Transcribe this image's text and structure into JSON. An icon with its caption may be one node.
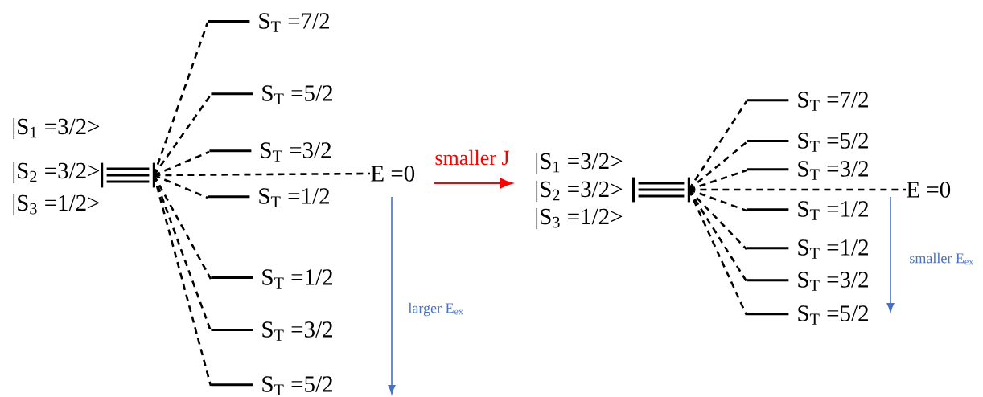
{
  "diagram": {
    "nodes": [
      {
        "text": [],
        "shape": "bar"
      },
      {
        "text": [
          "S$_{T}$ =7/2"
        ]
      },
      {
        "text": [
          "S$_{T}$ =5/2"
        ]
      },
      {
        "text": [
          "S$_{T}$ =3/2"
        ]
      },
      {
        "text": [
          "S$_{T}$ =1/2"
        ]
      },
      {
        "text": [
          "S$_{T}$ =1/2"
        ]
      },
      {
        "text": [
          "S$_{T}$ =3/2"
        ]
      },
      {
        "text": [
          "S$_{T}$ =5/2"
        ]
      },
      {
        "text": [
          "E =0"
        ]
      },
      {
        "text": [],
        "shape": "bar"
      },
      {
        "text": [
          "S$_{T}$ =7/2"
        ]
      },
      {
        "text": [
          "S$_{T}$ =5/2"
        ]
      },
      {
        "text": [
          "S$_{T}$ =3/2"
        ]
      },
      {
        "text": [
          "S$_{T}$ =1/2"
        ]
      },
      {
        "text": [
          "S$_{T}$ =1/2"
        ]
      },
      {
        "text": [
          "S$_{T}$ =3/2"
        ]
      },
      {
        "text": [
          "S$_{T}$ =5/2"
        ]
      },
      {
        "text": [
          "E =0"
        ]
      }
    ],
    "edges": [
      {
        "from": 0,
        "to": 1,
        "arrow": "none",
        "style": "dashed"
      },
      {
        "from": 0,
        "to": 2,
        "arrow": "none",
        "style": "dashed"
      },
      {
        "from": 0,
        "to": 3,
        "arrow": "none",
        "style": "dashed"
      },
      {
        "from": 0,
        "to": 4,
        "arrow": "none",
        "style": "dashed"
      },
      {
        "from": 0,
        "to": 5,
        "arrow": "none",
        "style": "dashed"
      },
      {
        "from": 0,
        "to": 6,
        "arrow": "none",
        "style": "dashed"
      },
      {
        "from": 0,
        "to": 7,
        "arrow": "none",
        "style": "dashed"
      },
      {
        "from": 0,
        "to": 8,
        "arrow": "none",
        "style": "dashed"
      },
      {
        "from": 9,
        "to": 10,
        "arrow": "none",
        "style": "dashed"
      },
      {
        "from": 9,
        "to": 11,
        "arrow": "none",
        "style": "dashed"
      },
      {
        "from": 9,
        "to": 12,
        "arrow": "none",
        "style": "dashed"
      },
      {
        "from": 9,
        "to": 13,
        "arrow": "none",
        "style": "dashed"
      },
      {
        "from": 9,
        "to": 14,
        "arrow": "none",
        "style": "dashed"
      },
      {
        "from": 9,
        "to": 15,
        "arrow": "none",
        "style": "dashed"
      },
      {
        "from": 9,
        "to": 16,
        "arrow": "none",
        "style": "dashed"
      },
      {
        "from": 9,
        "to": 17,
        "arrow": "none",
        "style": "dashed"
      }
    ],
    "labels": [
      "|S$_{1}$ =3/2>",
      "|S$_{2}$ =3/2>",
      "|S$_{3}$ =1/2>",
      "smaller J",
      "|S$_{1}$ =3/2>",
      "|S$_{2}$ =3/2>",
      "|S$_{3}$ =1/2>",
      "larger E$_{ex}$",
      "smaller E$_{ex}$"
    ]
  }
}
